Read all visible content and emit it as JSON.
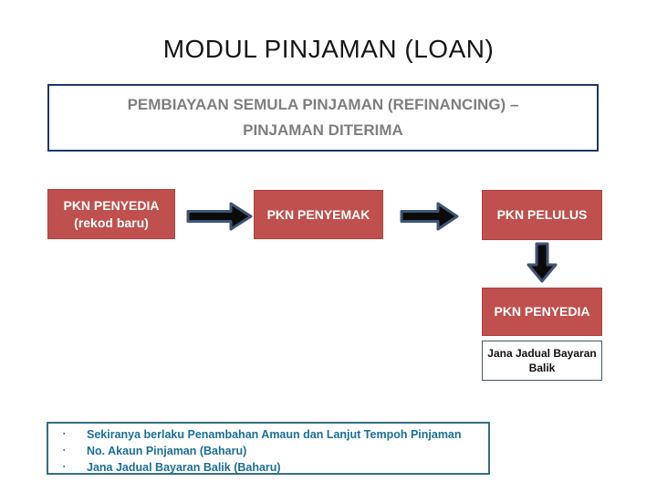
{
  "slide": {
    "title": "MODUL PINJAMAN (LOAN)"
  },
  "subtitle": {
    "line1": "PEMBIAYAAN SEMULA PINJAMAN (REFINANCING) –",
    "line2": "PINJAMAN DITERIMA"
  },
  "flow": {
    "step1": {
      "line1": "PKN PENYEDIA",
      "line2": "(rekod baru)"
    },
    "step2": {
      "label": "PKN PENYEMAK"
    },
    "step3": {
      "label": "PKN PELULUS"
    },
    "step4": {
      "label": "PKN PENYEDIA"
    },
    "output_box": {
      "label": "Jana Jadual Bayaran Balik"
    }
  },
  "notes": {
    "bullet_char": "▪",
    "items": [
      "Sekiranya berlaku Penambahan Amaun dan Lanjut Tempoh Pinjaman",
      "No. Akaun Pinjaman (Baharu)",
      "Jana Jadual Bayaran Balik (Baharu)"
    ]
  },
  "colors": {
    "flow_box_fill": "#C0504D",
    "flow_box_border": "#A94442",
    "flow_box_text": "#FFFFFF",
    "subtitle_border": "#1F3864",
    "subtitle_text": "#7F7F7F",
    "arrow_fill": "#0B0B0B",
    "arrow_outline": "#3F5575",
    "output_box_border": "#44586C",
    "notes_border": "#336E80",
    "notes_text": "#1B6F96",
    "title_text": "#171717"
  }
}
